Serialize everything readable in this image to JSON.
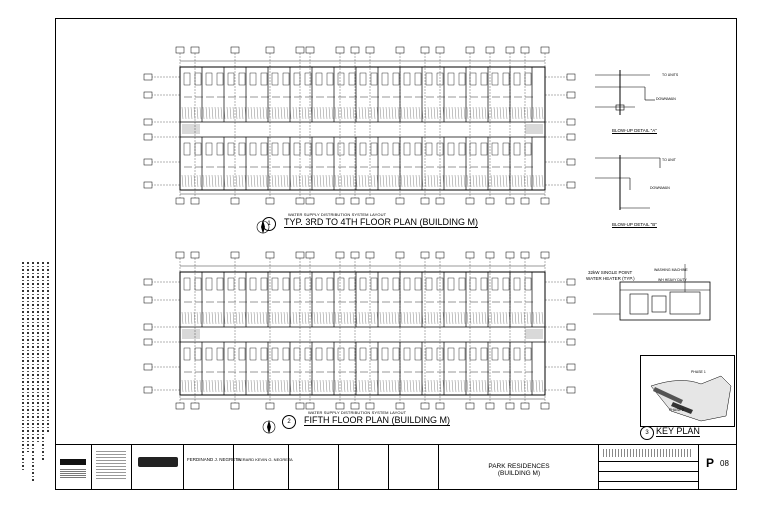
{
  "plan1": {
    "subtitle": "WATER SUPPLY DISTRIBUTION SYSTEM LAYOUT",
    "title": "TYP. 3RD TO 4TH FLOOR PLAN  (BUILDING M)",
    "number": "1"
  },
  "plan2": {
    "subtitle": "WATER SUPPLY DISTRIBUTION SYSTEM LAYOUT",
    "title": "FIFTH FLOOR PLAN (BUILDING M)",
    "number": "2"
  },
  "detail_a": {
    "title": "BLOW-UP DETAIL \"A\"",
    "note_to_unit": "TO UNITS",
    "note_main": "DOWNMAIN"
  },
  "detail_b": {
    "title": "BLOW-UP DETAIL \"B\"",
    "note_to_unit": "TO UNIT",
    "note_main": "DOWNMAIN"
  },
  "heater": {
    "title_line1": "32kW SINGLE POINT",
    "title_line2": "WATER HEATER (TYP.)",
    "note1": "WASHING MACHINE",
    "note2": "WH HEAVY DUTY"
  },
  "keyplan": {
    "title": "KEY PLAN",
    "number": "3",
    "phase1": "PHASE 1",
    "phase2": "PHASE 2"
  },
  "titleblock": {
    "names1": "FERDINAND J. NEGRETA",
    "names2": "GERARD KEVIN G. NEGRETA",
    "project_line1": "PARK RESIDENCES",
    "project_line2": "(BUILDING M)",
    "sheet_letter": "P",
    "sheet_number": "08"
  }
}
